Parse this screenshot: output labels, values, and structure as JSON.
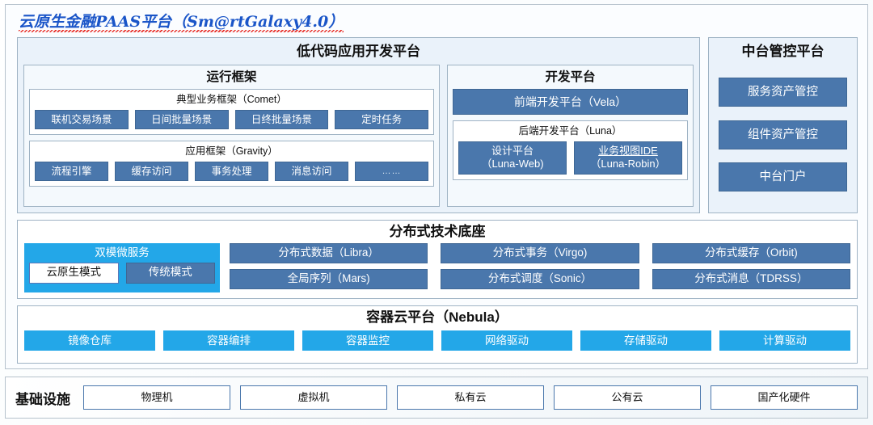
{
  "title": "云原生金融PAAS平台（Sm@rtGalaxy4.0）",
  "colors": {
    "steel_blue": "#4a77ac",
    "cyan": "#23a7e8",
    "panel_blue": "#eaf2fa",
    "title_blue": "#1a55c8",
    "spellcheck_red": "#e8322b"
  },
  "lowcode": {
    "title": "低代码应用开发平台",
    "runtime": {
      "title": "运行框架",
      "comet": {
        "title_cn": "典型业务框架",
        "title_full": "典型业务框架（Comet）",
        "items": [
          "联机交易场景",
          "日间批量场景",
          "日终批量场景",
          "定时任务"
        ]
      },
      "gravity": {
        "title_cn": "应用框架",
        "title_full": "应用框架（Gravity）",
        "items": [
          "流程引擎",
          "缓存访问",
          "事务处理",
          "消息访问",
          "……"
        ]
      }
    },
    "devplatform": {
      "title": "开发平台",
      "frontend": "前端开发平台（Vela）",
      "backend": {
        "title": "后端开发平台（Luna）",
        "items": [
          {
            "line1": "设计平台",
            "line2": "（Luna-Web)"
          },
          {
            "line1": "业务视图IDE",
            "line2": "（Luna-Robin）"
          }
        ]
      }
    }
  },
  "midcontrol": {
    "title": "中台管控平台",
    "items": [
      "服务资产管控",
      "组件资产管控",
      "中台门户"
    ]
  },
  "techbase": {
    "title": "分布式技术底座",
    "dualmode": {
      "title": "双模微服务",
      "modes": [
        "云原生模式",
        "传统模式"
      ]
    },
    "columns": [
      [
        "分布式数据（Libra）",
        "全局序列（Mars)"
      ],
      [
        "分布式事务（Virgo)",
        "分布式调度（Sonic）"
      ],
      [
        "分布式缓存（Orbit)",
        "分布式消息（TDRSS）"
      ]
    ]
  },
  "container": {
    "title": "容器云平台（Nebula）",
    "items": [
      "镜像仓库",
      "容器编排",
      "容器监控",
      "网络驱动",
      "存储驱动",
      "计算驱动"
    ]
  },
  "infrastructure": {
    "label": "基础设施",
    "items": [
      "物理机",
      "虚拟机",
      "私有云",
      "公有云",
      "国产化硬件"
    ]
  }
}
